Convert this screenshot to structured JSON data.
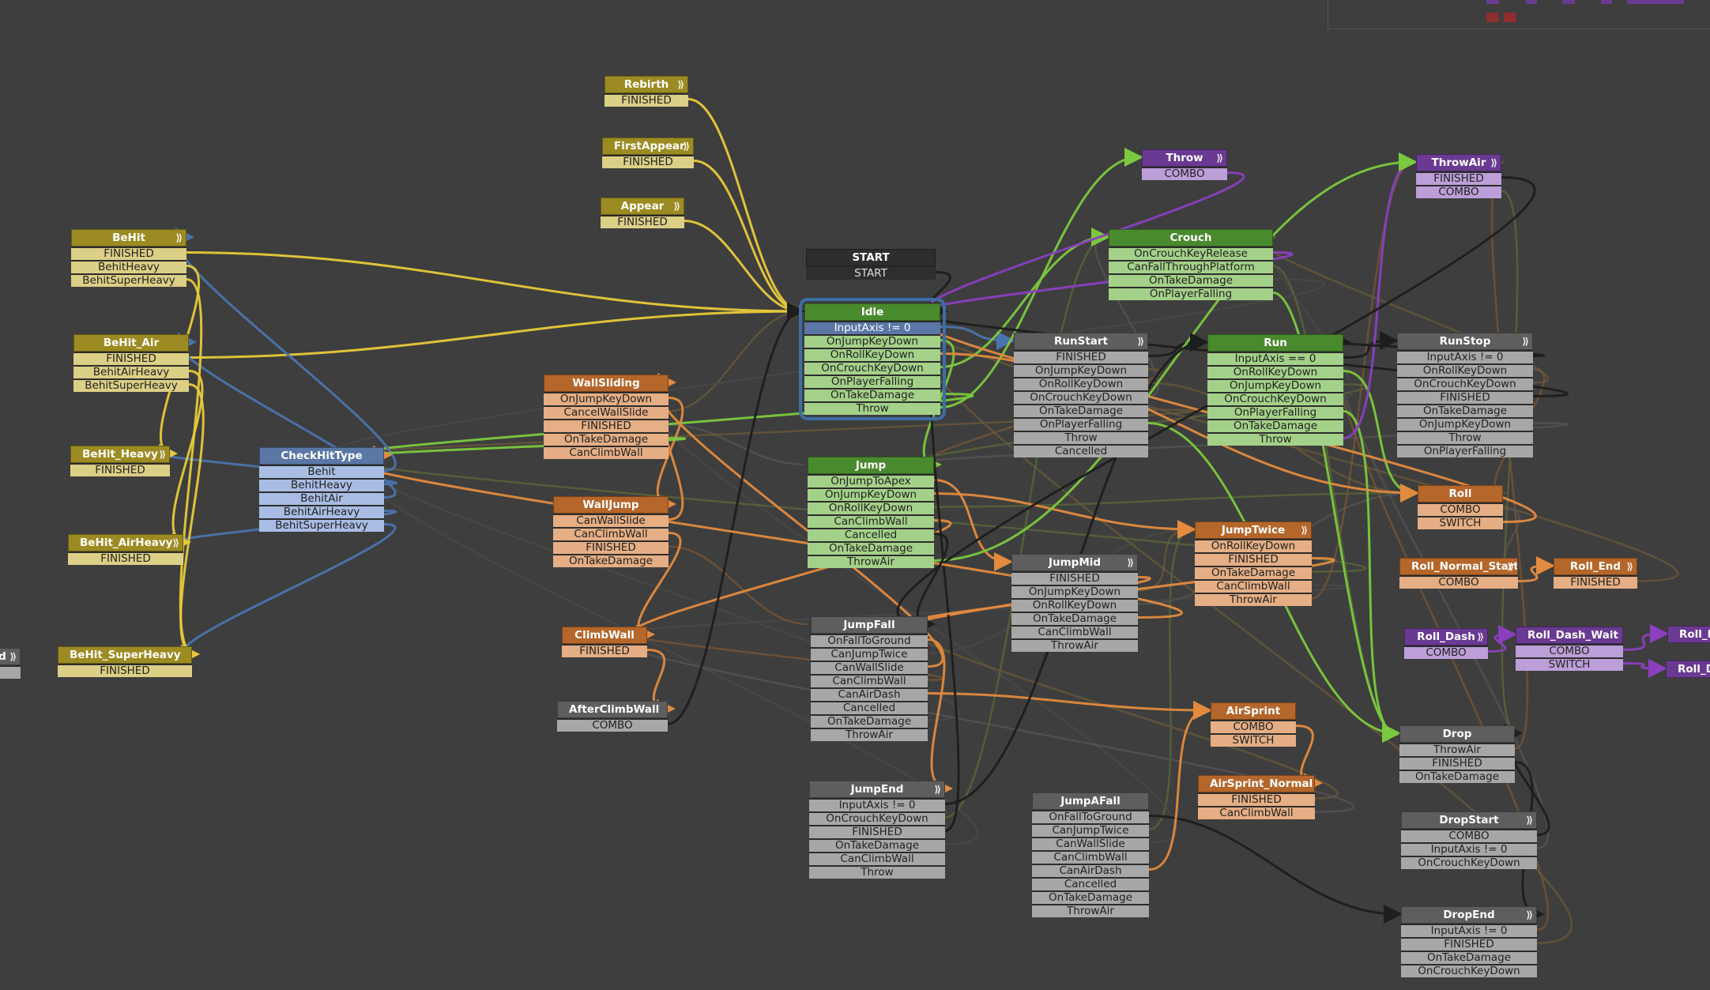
{
  "colors": {
    "background": "#3e3e3e",
    "yellow_title": "#9c8b22",
    "yellow_row": "#dccf86",
    "green_title": "#4a8a2e",
    "green_row": "#a4d189",
    "orange_title": "#b5662a",
    "orange_row": "#e5ae84",
    "gray_title": "#5e5e5e",
    "gray_row": "#a7a7a7",
    "blue_title": "#5a77a6",
    "blue_row": "#a9bde4",
    "purple_title": "#6a3a92",
    "purple_row": "#bc9ed8",
    "dark_title": "#2e2e2e",
    "dark_row": "#2e2e2e",
    "edge_yellow": "#e8c93a",
    "edge_green": "#7bc93e",
    "edge_purple": "#8a3fbf",
    "edge_orange": "#e38a3e",
    "edge_blue": "#4a74ad",
    "edge_black": "#1e1e1e",
    "selection": "#3c6ea4"
  },
  "icons": {
    "node_menu": "gear-double-chevron-icon"
  },
  "nodes": [
    {
      "id": "Rebirth",
      "title": "Rebirth",
      "color": "yellow",
      "glyph": true,
      "events": [
        "FINISHED"
      ]
    },
    {
      "id": "FirstAppear",
      "title": "FirstAppear",
      "color": "yellow",
      "glyph": true,
      "events": [
        "FINISHED"
      ]
    },
    {
      "id": "Appear",
      "title": "Appear",
      "color": "yellow",
      "glyph": true,
      "events": [
        "FINISHED"
      ]
    },
    {
      "id": "BeHit",
      "title": "BeHit",
      "color": "yellow",
      "glyph": true,
      "events": [
        "FINISHED",
        "BehitHeavy",
        "BehitSuperHeavy"
      ]
    },
    {
      "id": "BeHit_Air",
      "title": "BeHit_Air",
      "color": "yellow",
      "glyph": false,
      "events": [
        "FINISHED",
        "BehitAirHeavy",
        "BehitSuperHeavy"
      ]
    },
    {
      "id": "BeHit_Heavy",
      "title": "BeHit_Heavy",
      "color": "yellow",
      "glyph": true,
      "events": [
        "FINISHED"
      ]
    },
    {
      "id": "BeHit_AirHeavy",
      "title": "BeHit_AirHeavy",
      "color": "yellow",
      "glyph": true,
      "events": [
        "FINISHED"
      ]
    },
    {
      "id": "BeHit_SuperHeavy",
      "title": "BeHit_SuperHeavy",
      "color": "yellow",
      "glyph": false,
      "events": [
        "FINISHED"
      ]
    },
    {
      "id": "PartialLeft",
      "title": "d",
      "color": "gray",
      "glyph": true,
      "events": [
        ""
      ]
    },
    {
      "id": "CheckHitType",
      "title": "CheckHitType",
      "color": "blue",
      "glyph": false,
      "events": [
        "Behit",
        "BehitHeavy",
        "BehitAir",
        "BehitAirHeavy",
        "BehitSuperHeavy"
      ]
    },
    {
      "id": "WallSliding",
      "title": "WallSliding",
      "color": "orange",
      "glyph": false,
      "events": [
        "OnJumpKeyDown",
        "CancelWallSlide",
        "FINISHED",
        "OnTakeDamage",
        "CanClimbWall"
      ]
    },
    {
      "id": "WallJump",
      "title": "WallJump",
      "color": "orange",
      "glyph": false,
      "events": [
        "CanWallSlide",
        "CanClimbWall",
        "FINISHED",
        "OnTakeDamage"
      ]
    },
    {
      "id": "ClimbWall",
      "title": "ClimbWall",
      "color": "orange",
      "glyph": false,
      "events": [
        "FINISHED"
      ]
    },
    {
      "id": "AfterClimbWall",
      "title": "AfterClimbWall",
      "color": "gray",
      "glyph": false,
      "events": [
        "COMBO"
      ]
    },
    {
      "id": "START",
      "title": "START",
      "color": "dark",
      "glyph": false,
      "events": [
        "START"
      ]
    },
    {
      "id": "Idle",
      "title": "Idle",
      "color": "green",
      "glyph": false,
      "selected": true,
      "events": [
        "InputAxis != 0",
        "OnJumpKeyDown",
        "OnRollKeyDown",
        "OnCrouchKeyDown",
        "OnPlayerFalling",
        "OnTakeDamage",
        "Throw"
      ]
    },
    {
      "id": "Jump",
      "title": "Jump",
      "color": "green",
      "glyph": false,
      "events": [
        "OnJumpToApex",
        "OnJumpKeyDown",
        "OnRollKeyDown",
        "CanClimbWall",
        "Cancelled",
        "OnTakeDamage",
        "ThrowAir"
      ]
    },
    {
      "id": "JumpFall",
      "title": "JumpFall",
      "color": "gray",
      "glyph": false,
      "events": [
        "OnFallToGround",
        "CanJumpTwice",
        "CanWallSlide",
        "CanClimbWall",
        "CanAirDash",
        "Cancelled",
        "OnTakeDamage",
        "ThrowAir"
      ]
    },
    {
      "id": "JumpEnd",
      "title": "JumpEnd",
      "color": "gray",
      "glyph": true,
      "events": [
        "InputAxis != 0",
        "OnCrouchKeyDown",
        "FINISHED",
        "OnTakeDamage",
        "CanClimbWall",
        "Throw"
      ]
    },
    {
      "id": "RunStart",
      "title": "RunStart",
      "color": "gray",
      "glyph": true,
      "events": [
        "FINISHED",
        "OnJumpKeyDown",
        "OnRollKeyDown",
        "OnCrouchKeyDown",
        "OnTakeDamage",
        "OnPlayerFalling",
        "Throw",
        "Cancelled"
      ]
    },
    {
      "id": "JumpMid",
      "title": "JumpMid",
      "color": "gray",
      "glyph": true,
      "events": [
        "FINISHED",
        "OnJumpKeyDown",
        "OnRollKeyDown",
        "OnTakeDamage",
        "CanClimbWall",
        "ThrowAir"
      ]
    },
    {
      "id": "JumpAFall",
      "title": "JumpAFall",
      "color": "gray",
      "glyph": false,
      "events": [
        "OnFallToGround",
        "CanJumpTwice",
        "CanWallSlide",
        "CanClimbWall",
        "CanAirDash",
        "Cancelled",
        "OnTakeDamage",
        "ThrowAir"
      ]
    },
    {
      "id": "Throw",
      "title": "Throw",
      "color": "purple",
      "glyph": true,
      "events": [
        "COMBO"
      ]
    },
    {
      "id": "Crouch",
      "title": "Crouch",
      "color": "green",
      "glyph": false,
      "events": [
        "OnCrouchKeyRelease",
        "CanFallThroughPlatform",
        "OnTakeDamage",
        "OnPlayerFalling"
      ]
    },
    {
      "id": "Run",
      "title": "Run",
      "color": "green",
      "glyph": false,
      "events": [
        "InputAxis == 0",
        "OnRollKeyDown",
        "OnJumpKeyDown",
        "OnCrouchKeyDown",
        "OnPlayerFalling",
        "OnTakeDamage",
        "Throw"
      ]
    },
    {
      "id": "JumpTwice",
      "title": "JumpTwice",
      "color": "orange",
      "glyph": true,
      "events": [
        "OnRollKeyDown",
        "FINISHED",
        "OnTakeDamage",
        "CanClimbWall",
        "ThrowAir"
      ]
    },
    {
      "id": "AirSprint",
      "title": "AirSprint",
      "color": "orange",
      "glyph": false,
      "events": [
        "COMBO",
        "SWITCH"
      ]
    },
    {
      "id": "AirSprint_Normal",
      "title": "AirSprint_Normal",
      "color": "orange",
      "glyph": false,
      "events": [
        "FINISHED",
        "CanClimbWall"
      ]
    },
    {
      "id": "ThrowAir",
      "title": "ThrowAir",
      "color": "purple",
      "glyph": true,
      "events": [
        "FINISHED",
        "COMBO"
      ]
    },
    {
      "id": "RunStop",
      "title": "RunStop",
      "color": "gray",
      "glyph": true,
      "events": [
        "InputAxis != 0",
        "OnRollKeyDown",
        "OnCrouchKeyDown",
        "FINISHED",
        "OnTakeDamage",
        "OnJumpKeyDown",
        "Throw",
        "OnPlayerFalling"
      ]
    },
    {
      "id": "Roll",
      "title": "Roll",
      "color": "orange",
      "glyph": false,
      "events": [
        "COMBO",
        "SWITCH"
      ]
    },
    {
      "id": "Roll_Normal_Start",
      "title": "Roll_Normal_Start",
      "color": "orange",
      "glyph": true,
      "events": [
        "COMBO"
      ]
    },
    {
      "id": "Roll_End",
      "title": "Roll_End",
      "color": "orange",
      "glyph": true,
      "events": [
        "FINISHED"
      ]
    },
    {
      "id": "Roll_Dash",
      "title": "Roll_Dash",
      "color": "purple",
      "glyph": true,
      "events": [
        "COMBO"
      ]
    },
    {
      "id": "Roll_Dash_Wait",
      "title": "Roll_Dash_Wait",
      "color": "purple",
      "glyph": false,
      "events": [
        "COMBO",
        "SWITCH"
      ]
    },
    {
      "id": "Roll_Da1",
      "title": "Roll_Da",
      "color": "purple",
      "glyph": false,
      "events": []
    },
    {
      "id": "Roll_Da2",
      "title": "Roll_Da",
      "color": "purple",
      "glyph": false,
      "events": []
    },
    {
      "id": "Drop",
      "title": "Drop",
      "color": "gray",
      "glyph": false,
      "events": [
        "ThrowAir",
        "FINISHED",
        "OnTakeDamage"
      ]
    },
    {
      "id": "DropStart",
      "title": "DropStart",
      "color": "gray",
      "glyph": true,
      "events": [
        "COMBO",
        "InputAxis != 0",
        "OnCrouchKeyDown"
      ]
    },
    {
      "id": "DropEnd",
      "title": "DropEnd",
      "color": "gray",
      "glyph": true,
      "events": [
        "InputAxis != 0",
        "FINISHED",
        "OnTakeDamage",
        "OnCrouchKeyDown"
      ]
    }
  ],
  "edges": [
    {
      "from": "Rebirth",
      "row": 0,
      "to": "Idle",
      "color": "edge_yellow"
    },
    {
      "from": "BeHit",
      "row": 0,
      "to": "Idle",
      "color": "edge_yellow"
    },
    {
      "from": "BeHit_Air",
      "row": 0,
      "to": "Idle",
      "color": "edge_yellow"
    },
    {
      "from": "FirstAppear",
      "row": 0,
      "to": "Idle",
      "color": "edge_yellow"
    },
    {
      "from": "Appear",
      "row": 0,
      "to": "Idle",
      "color": "edge_yellow"
    },
    {
      "from": "START",
      "row": 0,
      "to": "Idle",
      "color": "edge_black"
    },
    {
      "from": "Idle",
      "row": 0,
      "to": "RunStart",
      "color": "edge_blue"
    },
    {
      "from": "Idle",
      "row": 1,
      "to": "Jump",
      "color": "edge_green"
    },
    {
      "from": "Idle",
      "row": 3,
      "to": "Crouch",
      "color": "edge_green"
    },
    {
      "from": "Idle",
      "row": 5,
      "to": "CheckHitType",
      "color": "edge_green"
    },
    {
      "from": "Idle",
      "row": 6,
      "to": "Throw",
      "color": "edge_green"
    },
    {
      "from": "Throw",
      "row": 0,
      "to": "Idle",
      "color": "edge_purple"
    },
    {
      "from": "Crouch",
      "row": 0,
      "to": "Idle",
      "color": "edge_purple"
    },
    {
      "from": "RunStart",
      "row": 0,
      "to": "Run",
      "color": "edge_black"
    },
    {
      "from": "Run",
      "row": 0,
      "to": "RunStop",
      "color": "edge_black"
    },
    {
      "from": "Run",
      "row": 1,
      "to": "Roll",
      "color": "edge_green"
    },
    {
      "from": "Roll",
      "row": 1,
      "to": "Idle",
      "color": "edge_orange"
    },
    {
      "from": "Roll_Normal_Start",
      "row": 0,
      "to": "Roll_End",
      "color": "edge_orange"
    },
    {
      "from": "Roll_Dash",
      "row": 0,
      "to": "Roll_Dash_Wait",
      "color": "edge_purple"
    },
    {
      "from": "Roll_Dash_Wait",
      "row": 0,
      "to": "Roll_Da1",
      "color": "edge_purple"
    },
    {
      "from": "Roll_Dash_Wait",
      "row": 1,
      "to": "Roll_Da2",
      "color": "edge_purple"
    },
    {
      "from": "CheckHitType",
      "row": 0,
      "to": "BeHit",
      "color": "edge_blue"
    },
    {
      "from": "CheckHitType",
      "row": 1,
      "to": "BeHit_Heavy",
      "color": "edge_blue"
    },
    {
      "from": "CheckHitType",
      "row": 2,
      "to": "BeHit_Air",
      "color": "edge_blue"
    },
    {
      "from": "CheckHitType",
      "row": 3,
      "to": "BeHit_AirHeavy",
      "color": "edge_blue"
    },
    {
      "from": "CheckHitType",
      "row": 4,
      "to": "BeHit_SuperHeavy",
      "color": "edge_blue"
    },
    {
      "from": "BeHit",
      "row": 1,
      "to": "BeHit_Heavy",
      "color": "edge_yellow"
    },
    {
      "from": "BeHit",
      "row": 2,
      "to": "BeHit_SuperHeavy",
      "color": "edge_yellow"
    },
    {
      "from": "BeHit_Air",
      "row": 1,
      "to": "BeHit_AirHeavy",
      "color": "edge_yellow"
    },
    {
      "from": "BeHit_Air",
      "row": 2,
      "to": "BeHit_SuperHeavy",
      "color": "edge_yellow"
    },
    {
      "from": "Jump",
      "row": 0,
      "to": "JumpMid",
      "color": "edge_orange"
    },
    {
      "from": "Jump",
      "row": 1,
      "to": "JumpTwice",
      "color": "edge_orange"
    },
    {
      "from": "Jump",
      "row": 3,
      "to": "ClimbWall",
      "color": "edge_orange"
    },
    {
      "from": "JumpMid",
      "row": 0,
      "to": "JumpFall",
      "color": "edge_orange"
    },
    {
      "from": "JumpFall",
      "row": 0,
      "to": "JumpEnd",
      "color": "edge_orange"
    },
    {
      "from": "JumpFall",
      "row": 2,
      "to": "WallSliding",
      "color": "edge_orange"
    },
    {
      "from": "JumpFall",
      "row": 4,
      "to": "AirSprint",
      "color": "edge_orange"
    },
    {
      "from": "AirSprint",
      "row": 0,
      "to": "AirSprint_Normal",
      "color": "edge_orange"
    },
    {
      "from": "WallSliding",
      "row": 0,
      "to": "WallJump",
      "color": "edge_orange"
    },
    {
      "from": "WallJump",
      "row": 0,
      "to": "WallSliding",
      "color": "edge_orange"
    },
    {
      "from": "WallJump",
      "row": 1,
      "to": "ClimbWall",
      "color": "edge_orange"
    },
    {
      "from": "ClimbWall",
      "row": 0,
      "to": "AfterClimbWall",
      "color": "edge_orange"
    },
    {
      "from": "AfterClimbWall",
      "row": 0,
      "to": "Idle",
      "color": "edge_black"
    },
    {
      "from": "JumpEnd",
      "row": 2,
      "to": "Idle",
      "color": "edge_black"
    },
    {
      "from": "RunStart",
      "row": 5,
      "to": "Drop",
      "color": "edge_green"
    },
    {
      "from": "Run",
      "row": 4,
      "to": "Drop",
      "color": "edge_green"
    },
    {
      "from": "Drop",
      "row": 1,
      "to": "DropEnd",
      "color": "edge_black"
    },
    {
      "from": "DropStart",
      "row": 0,
      "to": "Drop",
      "color": "edge_black"
    },
    {
      "from": "JumpAFall",
      "row": 0,
      "to": "DropEnd",
      "color": "edge_black"
    },
    {
      "from": "RunStop",
      "row": 3,
      "to": "Idle",
      "color": "edge_black"
    },
    {
      "from": "Idle",
      "row": 2,
      "to": "Roll",
      "color": "edge_orange"
    },
    {
      "from": "Run",
      "row": 6,
      "to": "ThrowAir",
      "color": "edge_purple"
    },
    {
      "from": "Jump",
      "row": 6,
      "to": "ThrowAir",
      "color": "edge_green"
    },
    {
      "from": "WallSliding",
      "row": 3,
      "to": "CheckHitType",
      "color": "edge_green"
    },
    {
      "from": "JumpTwice",
      "row": 1,
      "to": "JumpFall",
      "color": "edge_orange"
    },
    {
      "from": "JumpAFall",
      "row": 4,
      "to": "AirSprint",
      "color": "edge_orange"
    },
    {
      "from": "RunStop",
      "row": 0,
      "to": "Run",
      "color": "edge_black"
    },
    {
      "from": "Crouch",
      "row": 3,
      "to": "Drop",
      "color": "edge_green"
    },
    {
      "from": "JumpEnd",
      "row": 0,
      "to": "Run",
      "color": "edge_black"
    },
    {
      "from": "ThrowAir",
      "row": 0,
      "to": "JumpFall",
      "color": "edge_black"
    },
    {
      "from": "JumpMid",
      "row": 3,
      "to": "CheckHitType",
      "color": "edge_orange"
    },
    {
      "from": "Jump",
      "row": 4,
      "to": "JumpFall",
      "color": "edge_black"
    }
  ],
  "minimap": {
    "label": "minimap"
  }
}
